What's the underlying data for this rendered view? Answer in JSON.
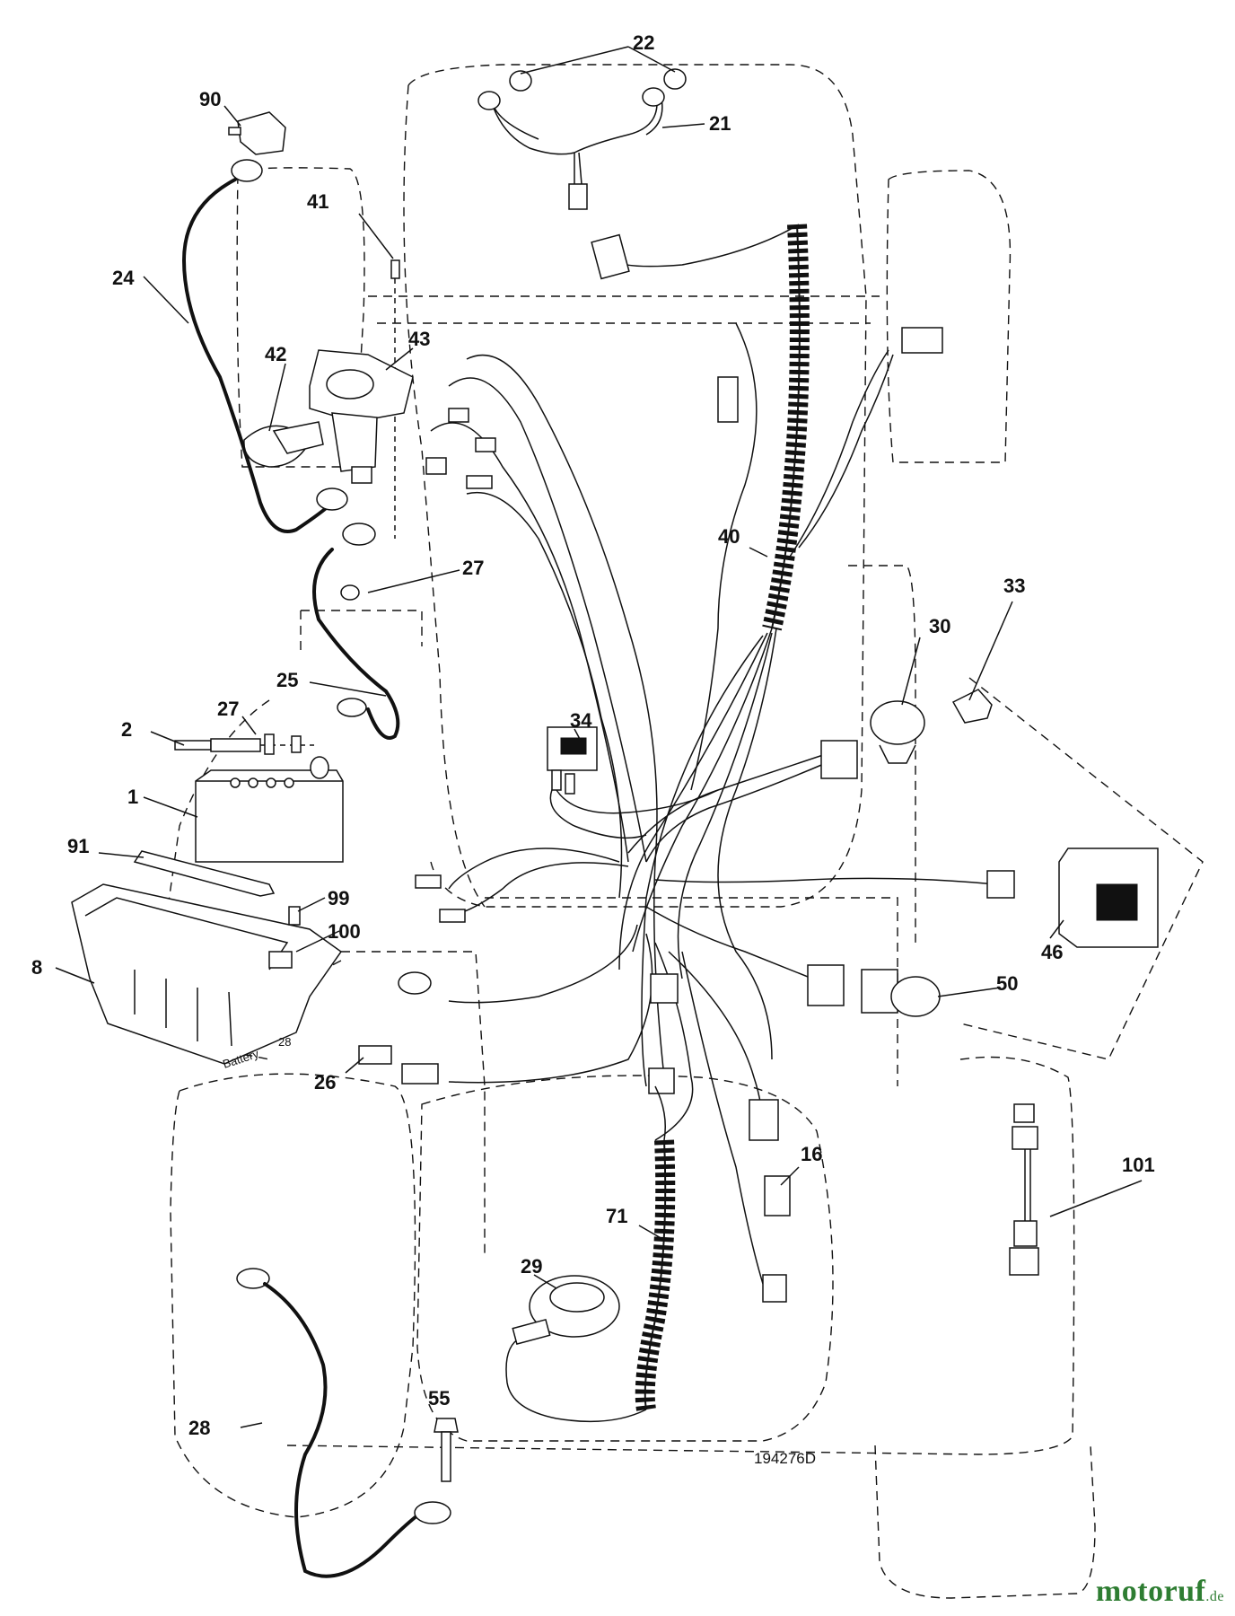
{
  "diagram": {
    "drawing_number": "194276D",
    "battery_label": "Battery",
    "callouts": [
      "1",
      "2",
      "8",
      "16",
      "21",
      "22",
      "24",
      "25",
      "26",
      "27",
      "27",
      "28",
      "28",
      "29",
      "30",
      "33",
      "34",
      "40",
      "41",
      "42",
      "43",
      "46",
      "50",
      "55",
      "71",
      "90",
      "91",
      "99",
      "100",
      "101"
    ]
  },
  "watermark": {
    "brand": "motoruf",
    "suffix": ".de"
  },
  "colors": {
    "ink": "#111111",
    "background": "#ffffff",
    "watermark": "#2e7d32"
  }
}
